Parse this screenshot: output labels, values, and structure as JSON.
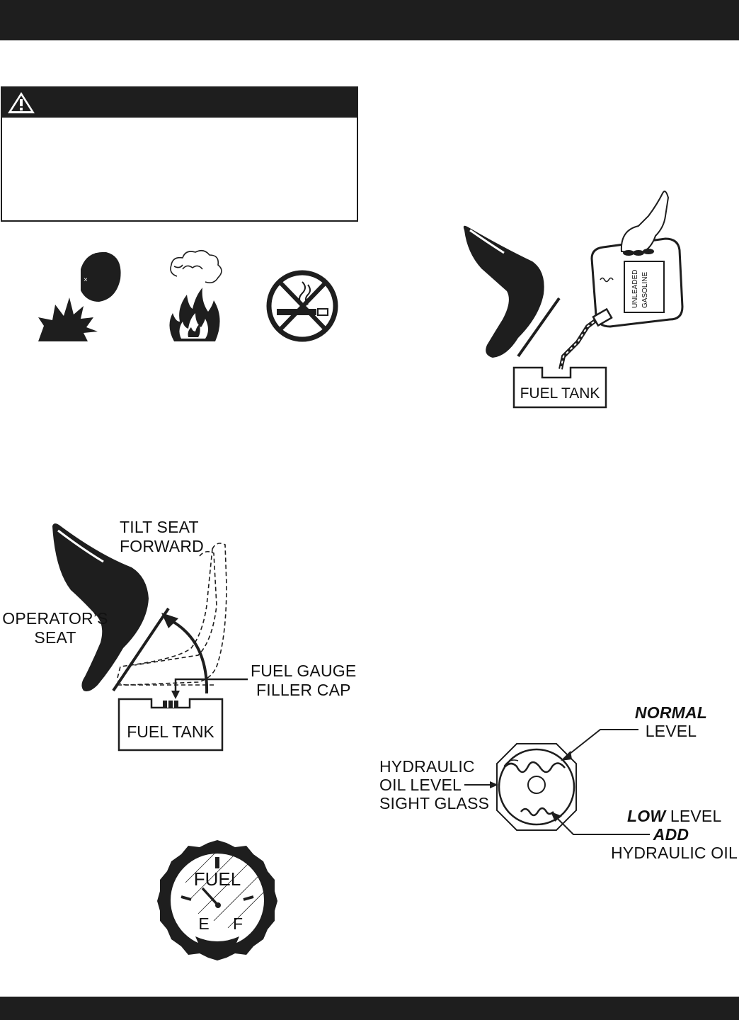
{
  "warning": {
    "title": "",
    "icon": "warning-triangle-icon"
  },
  "hazard_icons": [
    "explosion-icon",
    "fire-icon",
    "no-smoking-icon"
  ],
  "fill_figure": {
    "can_label": "UNLEADED GASOLINE",
    "can_label_line1": "UNLEADED",
    "can_label_line2": "GASOLINE",
    "tank_label": "FUEL TANK"
  },
  "seat_figure": {
    "tilt_line1": "TILT SEAT",
    "tilt_line2": "FORWARD",
    "seat_line1": "OPERATOR’S",
    "seat_line2": "SEAT",
    "cap_line1": "FUEL GAUGE",
    "cap_line2": "FILLER CAP",
    "tank_label": "FUEL TANK"
  },
  "gauge_figure": {
    "fuel": "FUEL",
    "empty": "E",
    "full": "F"
  },
  "hydraulic_figure": {
    "sight_line1": "HYDRAULIC",
    "sight_line2": "OIL LEVEL",
    "sight_line3": "SIGHT GLASS",
    "normal": "NORMAL",
    "normal_level": "LEVEL",
    "low": "LOW",
    "low_level": "LEVEL",
    "add": "ADD",
    "add_oil": "HYDRAULIC OIL"
  },
  "colors": {
    "bar": "#1e1e1e",
    "ink": "#111111"
  }
}
